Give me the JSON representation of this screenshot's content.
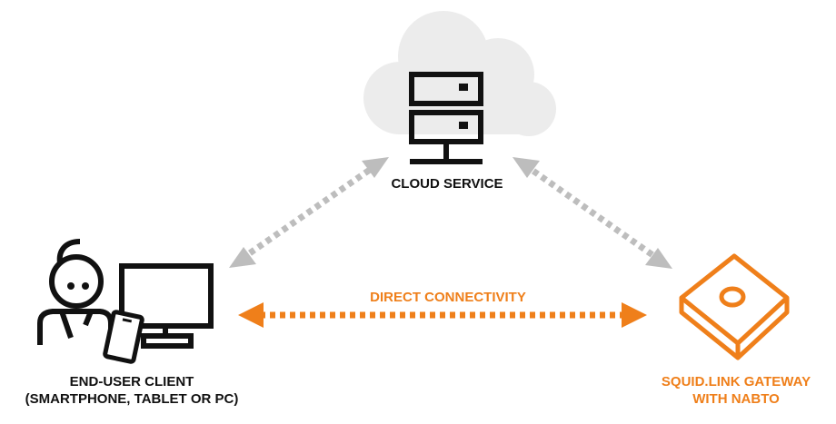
{
  "colors": {
    "accent": "#ef7f1a",
    "cloud": "#ececec",
    "link_gray": "#bdbdbd",
    "ink": "#111111"
  },
  "icons": {
    "cloud": "cloud-icon",
    "server": "server-rack-icon",
    "user": "user-person-icon",
    "monitor": "desktop-monitor-icon",
    "phone": "smartphone-icon",
    "gateway": "gateway-device-icon"
  },
  "labels": {
    "cloud_service": "CLOUD SERVICE",
    "direct_connectivity": "DIRECT CONNECTIVITY",
    "client_line1": "END-USER CLIENT",
    "client_line2": "(SMARTPHONE, TABLET OR PC)",
    "gateway_line1": "SQUID.LINK GATEWAY",
    "gateway_line2": "WITH NABTO"
  }
}
